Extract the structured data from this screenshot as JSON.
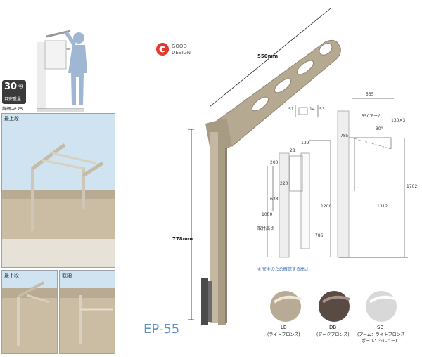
{
  "badge": {
    "weight": "30",
    "unit": "kg",
    "caption": "目安重量",
    "detail_ref": "詳細→P.75"
  },
  "award": {
    "line1": "GOOD",
    "line2": "DESIGN"
  },
  "panels": {
    "top_caption": "最上段",
    "lower_caption": "最下段",
    "storage_caption": "収納"
  },
  "dimensions": {
    "arm_length": "550mm",
    "height": "778mm",
    "d_51": "51",
    "d_14": "14",
    "d_53": "53",
    "d_28": "28",
    "d_139": "139",
    "d_200": "200",
    "d_220": "220",
    "d_638": "638",
    "d_1000": "1000",
    "d_786": "786",
    "d_1200": "1200",
    "d_535": "535",
    "d_550_arm": "550アーム",
    "d_30": "30°",
    "d_130": "130×3",
    "d_785": "785",
    "d_1312": "1312",
    "d_1702": "1702",
    "mount_height_label": "取付高さ",
    "safety_note": "※ 安全のため確保する高さ"
  },
  "model": {
    "name": "EP-55"
  },
  "colors": [
    {
      "code": "LB",
      "name": "(ライトブロンズ)",
      "hex": "#b8ab95"
    },
    {
      "code": "DB",
      "name": "(ダークブロンズ)",
      "hex": "#5a4a44"
    },
    {
      "code": "SB",
      "name": "(アーム：ライトブロンズ",
      "name2": "ポール：シルバー)",
      "hex": "#d8d8d8"
    }
  ]
}
